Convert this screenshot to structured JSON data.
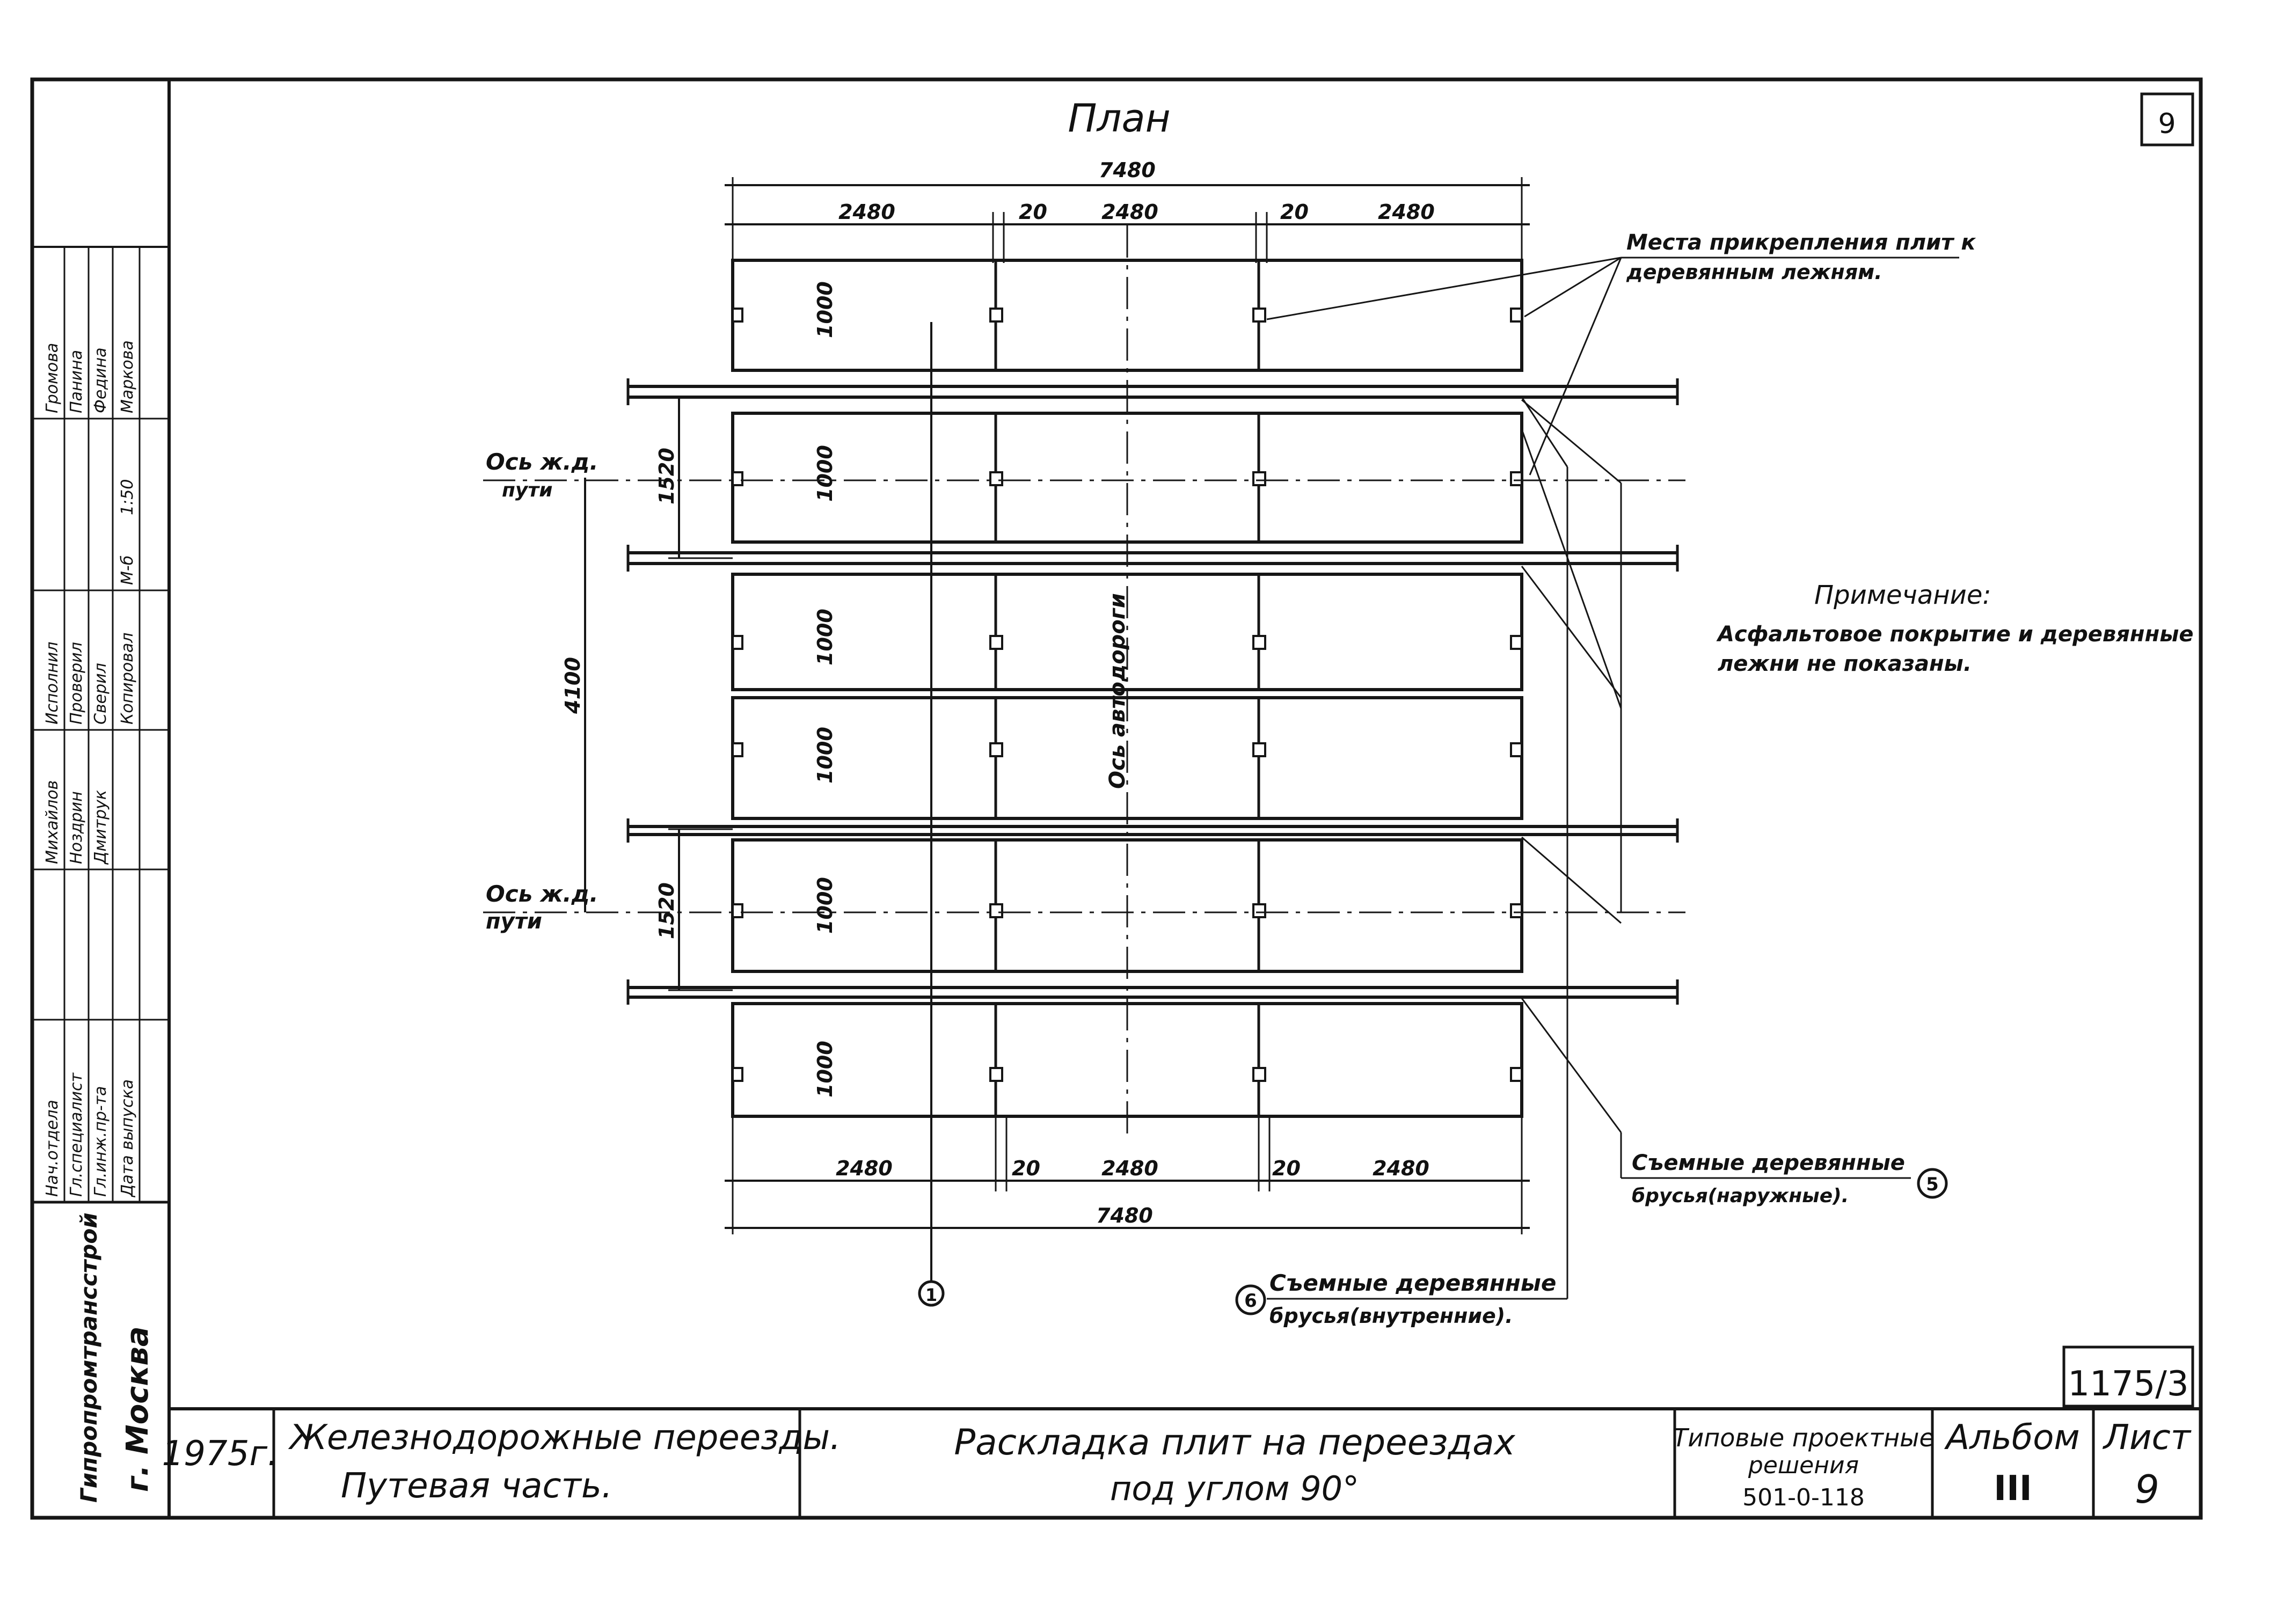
{
  "plan_title": "План",
  "sheet_number_corner": "9",
  "dimensions": {
    "overall_top": "7480",
    "segment_top_1": "2480",
    "gap_top_1": "20",
    "segment_top_2": "2480",
    "gap_top_2": "20",
    "segment_top_3": "2480",
    "overall_bottom": "7480",
    "segment_bottom_1": "2480",
    "gap_bottom_1": "20",
    "segment_bottom_2": "2480",
    "gap_bottom_2": "20",
    "segment_bottom_3": "2480",
    "slab_width": "1000",
    "track_gauge_upper": "1520",
    "track_gauge_lower": "1520",
    "track_spacing": "4100"
  },
  "slab_rows": [
    "1000",
    "1000",
    "1000",
    "1000",
    "1000",
    "1000"
  ],
  "labels": {
    "fastening_places_line1": "Места прикрепления плит к",
    "fastening_places_line2": "деревянным лежням.",
    "rail_axis_upper_line1": "Ось ж.д.",
    "rail_axis_upper_line2": "пути",
    "rail_axis_lower_line1": "Ось ж.д.",
    "rail_axis_lower_line2": "пути",
    "road_axis": "Ось автодороги",
    "removable_outer_line1": "Съемные деревянные",
    "removable_outer_line2": "брусья(наружные).",
    "removable_outer_marker": "5",
    "removable_inner_line1": "Съемные деревянные",
    "removable_inner_line2": "брусья(внутренние).",
    "removable_inner_marker": "6",
    "section_marker": "1"
  },
  "note": {
    "heading": "Примечание:",
    "line1": "Асфальтовое покрытие и деревянные",
    "line2": "лежни не показаны."
  },
  "side_stamp": {
    "organization": "Гипропромтрансстрой",
    "city": "г. Москва",
    "roles": [
      "Нач.отдела",
      "Гл.специалист",
      "Гл.инж.пр-та",
      "Дата выпуска"
    ],
    "roles2": [
      "Исполнил",
      "Проверил",
      "Сверил",
      "Копировал"
    ],
    "names": [
      "Михайлов",
      "Ноздрин",
      "Дмитрук"
    ],
    "names2": [
      "Громова",
      "Панина",
      "Федина",
      "Маркова"
    ],
    "scale_label": "М-б",
    "scale_value": "1:50"
  },
  "title_block": {
    "year": "1975г.",
    "subject_line1": "Железнодорожные переезды.",
    "subject_line2": "Путевая часть.",
    "sheet_title_line1": "Раскладка плит на переездах",
    "sheet_title_line2": "под углом 90°",
    "series_line1": "Типовые проектные",
    "series_line2": "решения",
    "series_line3": "501-0-118",
    "album_label": "Альбом",
    "album_value": "III",
    "sheet_label": "Лист",
    "sheet_value": "9",
    "inventory": "1175/3"
  }
}
